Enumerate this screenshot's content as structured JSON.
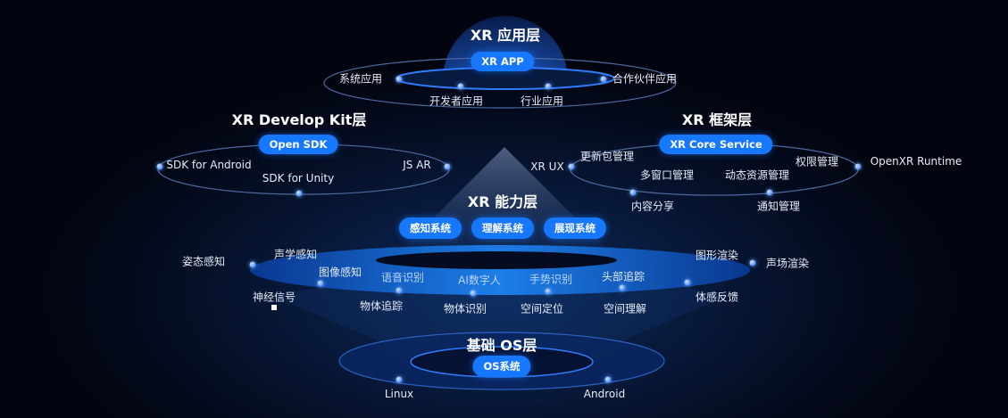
{
  "app_layer": {
    "title": "XR 应用层",
    "pill": "XR APP",
    "items": [
      "系统应用",
      "开发者应用",
      "行业应用",
      "合作伙伴应用"
    ]
  },
  "develop_kit": {
    "title": "XR Develop Kit层",
    "pill": "Open SDK",
    "items": [
      "SDK for Android",
      "SDK for Unity",
      "JS AR"
    ]
  },
  "framework": {
    "title": "XR 框架层",
    "pill": "XR Core Service",
    "items": [
      "XR UX",
      "更新包管理",
      "多窗口管理",
      "动态资源管理",
      "权限管理",
      "OpenXR Runtime",
      "内容分享",
      "通知管理"
    ]
  },
  "capability": {
    "title": "XR 能力层",
    "pills": [
      "感知系统",
      "理解系统",
      "展现系统"
    ],
    "items": [
      "姿态感知",
      "声学感知",
      "图像感知",
      "语音识别",
      "AI数字人",
      "手势识别",
      "头部追踪",
      "图形渲染",
      "声场渲染",
      "神经信号",
      "物体追踪",
      "物体识别",
      "空间定位",
      "空间理解",
      "体感反馈"
    ]
  },
  "os": {
    "title": "基础 OS层",
    "pill": "OS系统",
    "items": [
      "Linux",
      "Android"
    ]
  },
  "colors": {
    "accent": "#1677ff",
    "background": "#040a1c"
  }
}
